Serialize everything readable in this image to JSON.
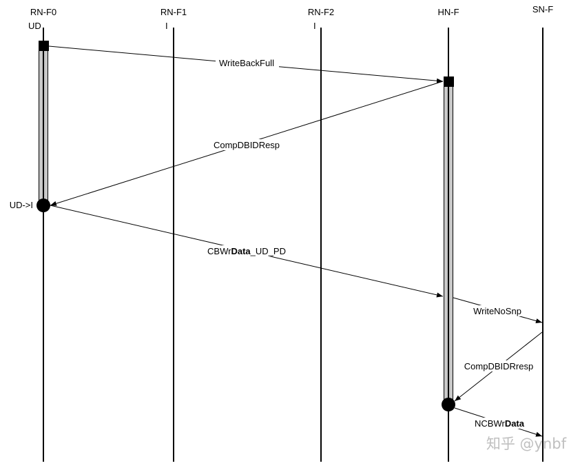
{
  "nodes": [
    {
      "id": "rnf0",
      "name": "RN-F0",
      "state": "UD"
    },
    {
      "id": "rnf1",
      "name": "RN-F1",
      "state": "I"
    },
    {
      "id": "rnf2",
      "name": "RN-F2",
      "state": "I"
    },
    {
      "id": "hnf",
      "name": "HN-F",
      "state": ""
    },
    {
      "id": "snf",
      "name": "SN-F",
      "state": ""
    }
  ],
  "messages": [
    {
      "id": "writebackfull",
      "parts": [
        {
          "text": "WriteBackFull",
          "bold": false
        }
      ]
    },
    {
      "id": "compdbidresp",
      "parts": [
        {
          "text": "CompDBIDResp",
          "bold": false
        }
      ]
    },
    {
      "id": "cbwrdata",
      "parts": [
        {
          "text": "CBWr",
          "bold": false
        },
        {
          "text": "Data",
          "bold": true
        },
        {
          "text": "_UD_PD",
          "bold": false
        }
      ]
    },
    {
      "id": "writenosnp",
      "parts": [
        {
          "text": "WriteNoSnp",
          "bold": false
        }
      ]
    },
    {
      "id": "compdbidresp-sn",
      "parts": [
        {
          "text": "CompDBIDRresp",
          "bold": false
        }
      ]
    },
    {
      "id": "ncbwrdata",
      "parts": [
        {
          "text": "NCBWr",
          "bold": false
        },
        {
          "text": "Data",
          "bold": true
        }
      ]
    }
  ],
  "state_labels": {
    "rnf0_transition": "UD->I"
  },
  "watermark": "知乎 @ynbf",
  "colors": {
    "line": "#000000",
    "active_bar": "#c8c8c8"
  }
}
